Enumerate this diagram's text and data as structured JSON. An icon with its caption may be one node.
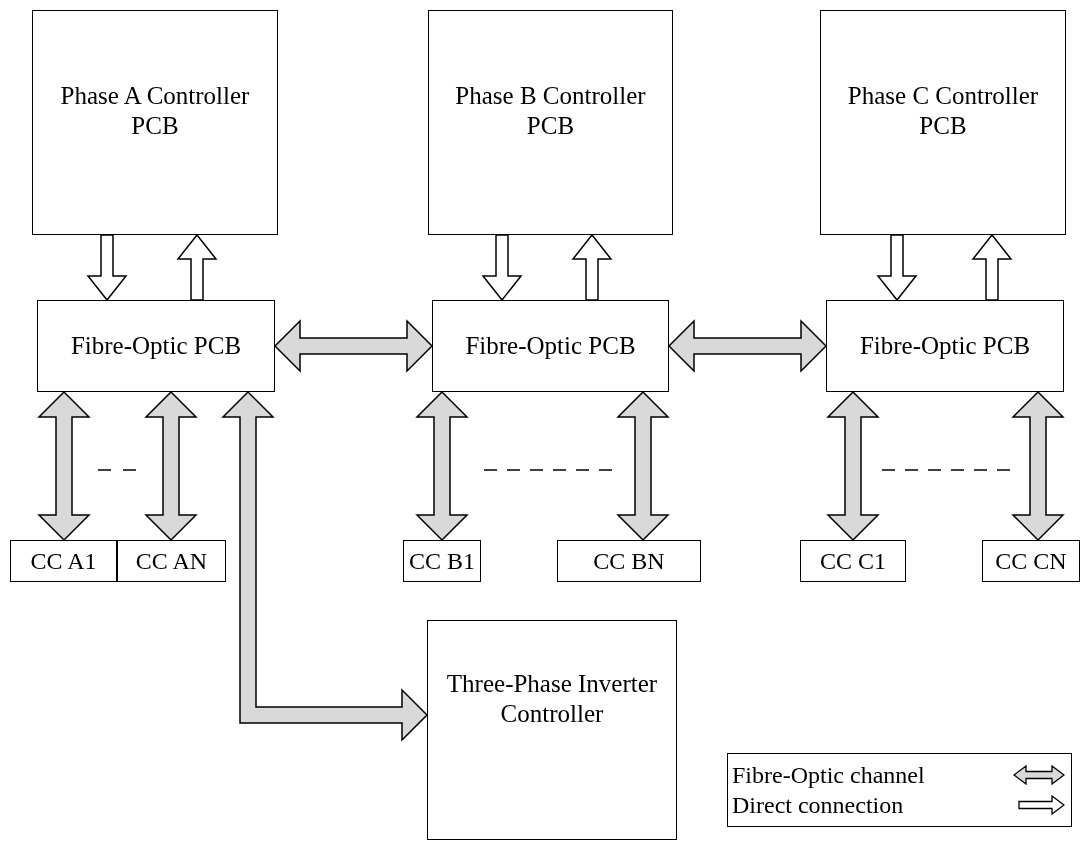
{
  "diagram": {
    "nodes": [
      {
        "text": [
          "Phase A Controller PCB"
        ]
      },
      {
        "text": [
          "Phase B Controller PCB"
        ]
      },
      {
        "text": [
          "Phase C Controller PCB"
        ]
      },
      {
        "text": [
          "Fibre-Optic PCB"
        ]
      },
      {
        "text": [
          "Fibre-Optic PCB"
        ]
      },
      {
        "text": [
          "Fibre-Optic PCB"
        ]
      },
      {
        "text": [
          "CC A1"
        ]
      },
      {
        "text": [
          "CC AN"
        ]
      },
      {
        "text": [
          "CC B1"
        ]
      },
      {
        "text": [
          "CC BN"
        ]
      },
      {
        "text": [
          "CC C1"
        ]
      },
      {
        "text": [
          "CC CN"
        ]
      },
      {
        "text": [
          "Three-Phase Inverter Controller"
        ]
      }
    ],
    "edges": [
      {
        "from": 0,
        "to": 3,
        "arrow": "to",
        "color": "#ffffff"
      },
      {
        "from": 3,
        "to": 0,
        "arrow": "to",
        "color": "#ffffff"
      },
      {
        "from": 1,
        "to": 4,
        "arrow": "to",
        "color": "#ffffff"
      },
      {
        "from": 4,
        "to": 1,
        "arrow": "to",
        "color": "#ffffff"
      },
      {
        "from": 2,
        "to": 5,
        "arrow": "to",
        "color": "#ffffff"
      },
      {
        "from": 5,
        "to": 2,
        "arrow": "to",
        "color": "#ffffff"
      },
      {
        "from": 3,
        "to": 4,
        "arrow": "both"
      },
      {
        "from": 4,
        "to": 5,
        "arrow": "both"
      },
      {
        "from": 3,
        "to": 6,
        "arrow": "both"
      },
      {
        "from": 3,
        "to": 7,
        "arrow": "both"
      },
      {
        "from": 4,
        "to": 8,
        "arrow": "both"
      },
      {
        "from": 4,
        "to": 9,
        "arrow": "both"
      },
      {
        "from": 5,
        "to": 10,
        "arrow": "both"
      },
      {
        "from": 5,
        "to": 11,
        "arrow": "both"
      },
      {
        "from": 3,
        "to": 12,
        "arrow": "both"
      }
    ],
    "legend": [
      {
        "text": "Fibre-Optic channel"
      },
      {
        "text": "Direct connection"
      }
    ]
  }
}
